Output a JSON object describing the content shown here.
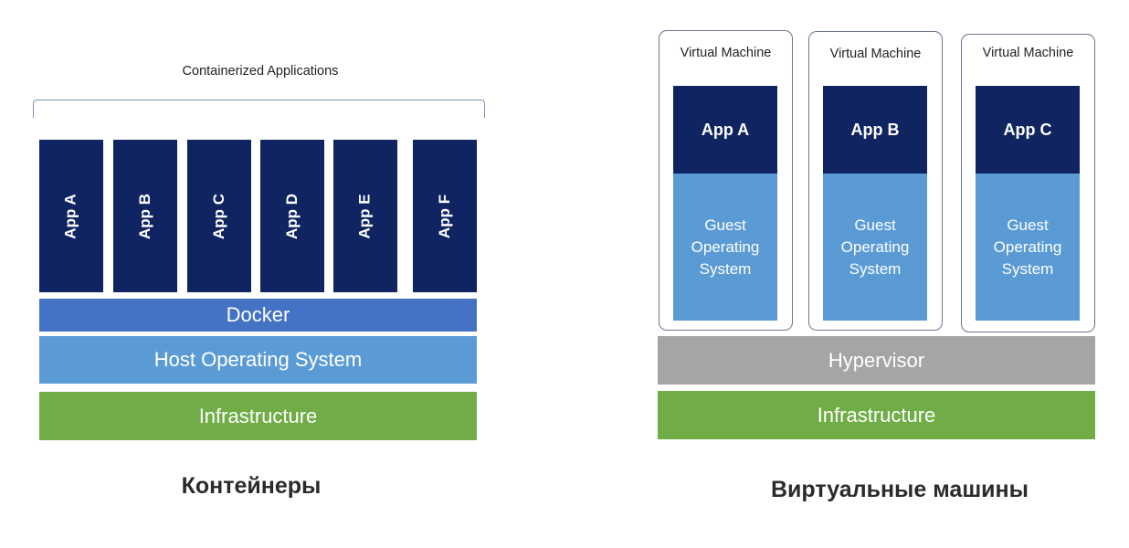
{
  "containers": {
    "header": "Containerized Applications",
    "apps": [
      "App A",
      "App B",
      "App C",
      "App D",
      "App E",
      "App F"
    ],
    "layers": {
      "docker": "Docker",
      "host_os": "Host Operating System",
      "infrastructure": "Infrastructure"
    },
    "caption": "Контейнеры"
  },
  "virtual_machines": {
    "vms": [
      {
        "title": "Virtual Machine",
        "app": "App A",
        "guest_os": "Guest Operating System"
      },
      {
        "title": "Virtual Machine",
        "app": "App B",
        "guest_os": "Guest Operating System"
      },
      {
        "title": "Virtual Machine",
        "app": "App C",
        "guest_os": "Guest Operating System"
      }
    ],
    "layers": {
      "hypervisor": "Hypervisor",
      "infrastructure": "Infrastructure"
    },
    "caption": "Виртуальные машины"
  },
  "colors": {
    "app": "#0f2460",
    "docker": "#4472c4",
    "os": "#5b9bd5",
    "infrastructure": "#70ad47",
    "hypervisor": "#a5a5a5"
  }
}
